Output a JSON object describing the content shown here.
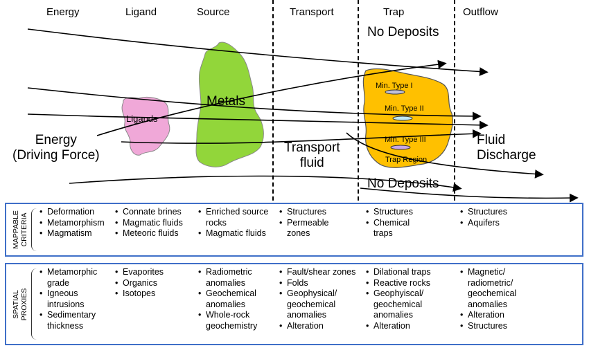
{
  "headers": [
    "Energy",
    "Ligand",
    "Source",
    "Transport",
    "Trap",
    "Outflow"
  ],
  "top": {
    "no_deposits_top": "No Deposits",
    "no_deposits_bottom": "No Deposits",
    "energy": "Energy\n(Driving Force)",
    "ligands": "Ligands",
    "metals": "Metals",
    "transport_fluid": "Transport\nfluid",
    "fluid_discharge": "Fluid\nDischarge",
    "min_type_1": "Min. Type I",
    "min_type_2": "Min. Type II",
    "min_type_3": "Min. Type III",
    "trap_region": "Trap Region"
  },
  "colors": {
    "ligands_blob": "#f0a8d8",
    "metals_blob": "#92d63a",
    "trap_blob": "#ffc000",
    "panel_border": "#3f6fc8"
  },
  "mappable": {
    "title": "MAPPABLE\nCRITERIA",
    "columns": [
      [
        "Deformation",
        "Metamorphism",
        "Magmatism"
      ],
      [
        "Connate brines",
        "Magmatic fluids",
        "Meteoric fluids"
      ],
      [
        "Enriched source\nrocks",
        "Magmatic fluids"
      ],
      [
        "Structures",
        "Permeable\nzones"
      ],
      [
        "Structures",
        "Chemical\ntraps"
      ],
      [
        "Structures",
        "Aquifers"
      ]
    ]
  },
  "proxies": {
    "title": "SPATIAL\nPROXIES",
    "columns": [
      [
        "Metamorphic\ngrade",
        "Igneous\nintrusions",
        "Sedimentary\nthickness"
      ],
      [
        "Evaporites",
        "Organics",
        "Isotopes"
      ],
      [
        "Radiometric\nanomalies",
        "Geochemical\nanomalies",
        "Whole-rock\ngeochemistry"
      ],
      [
        "Fault/shear zones",
        "Folds",
        "Geophysical/\ngeochemical\nanomalies",
        "Alteration"
      ],
      [
        "Dilational traps",
        "Reactive rocks",
        "Geophyiscal/\ngeochemical\nanomalies",
        "Alteration"
      ],
      [
        "Magnetic/\nradiometric/\ngeochemical\nanomalies",
        "Alteration",
        "Structures"
      ]
    ]
  }
}
